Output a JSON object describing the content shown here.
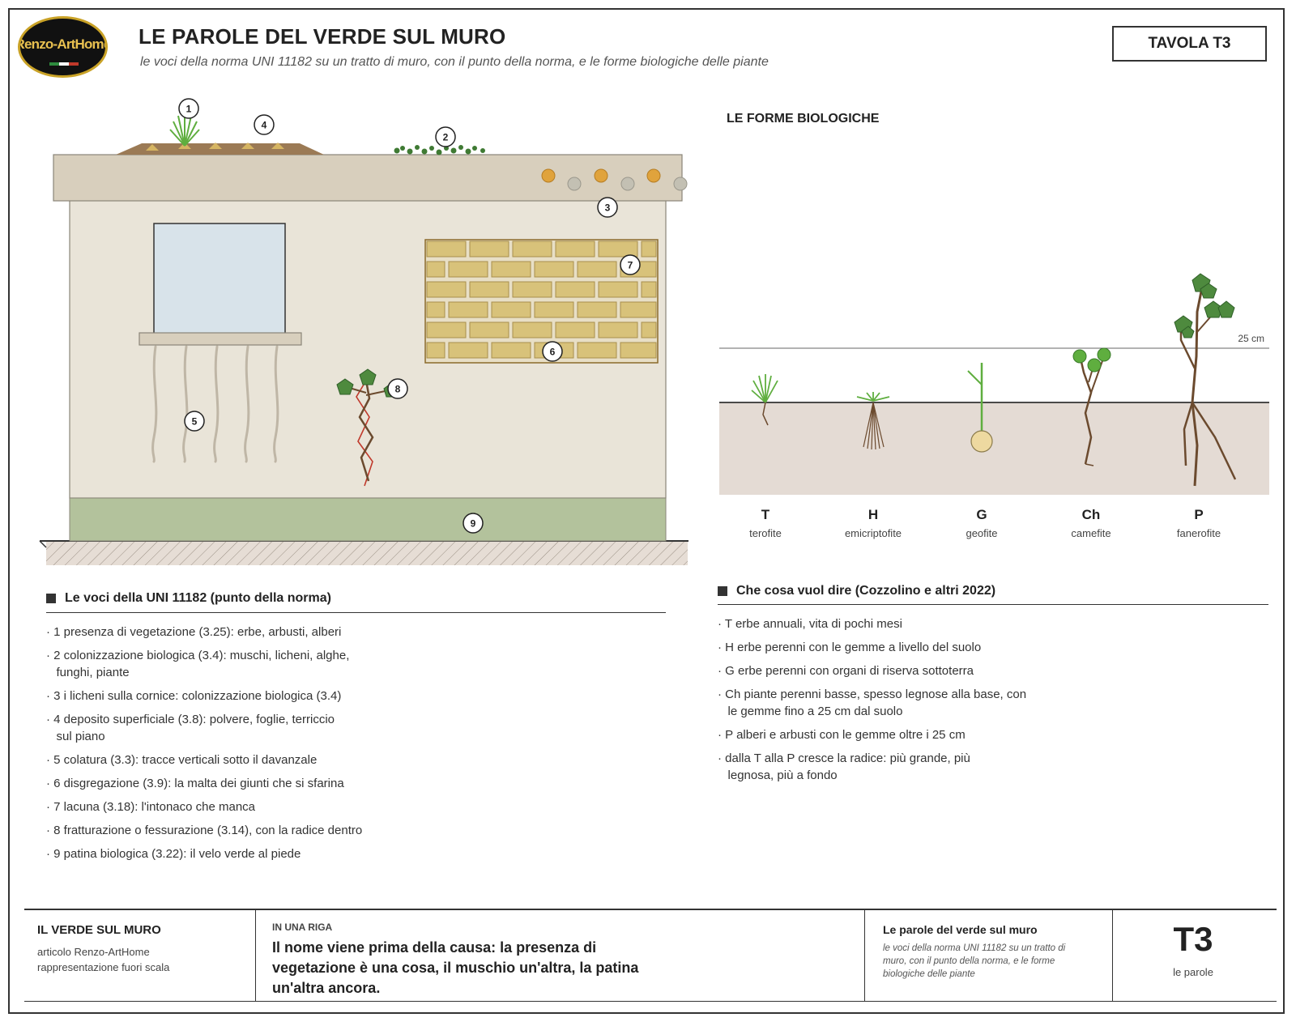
{
  "header": {
    "logo_text": "Renzo-ArtHome",
    "title": "LE PAROLE DEL VERDE SUL MURO",
    "subtitle": "le voci della norma UNI 11182 su un tratto di muro, con il punto della norma, e le forme biologiche delle piante",
    "tavola": "TAVOLA T3"
  },
  "wall": {
    "markers": [
      "1",
      "2",
      "3",
      "4",
      "5",
      "6",
      "7",
      "8",
      "9"
    ]
  },
  "bio": {
    "title": "LE FORME BIOLOGICHE",
    "height_label": "25 cm",
    "forms": [
      {
        "code": "T",
        "name": "terofite"
      },
      {
        "code": "H",
        "name": "emicriptofite"
      },
      {
        "code": "G",
        "name": "geofite"
      },
      {
        "code": "Ch",
        "name": "camefite"
      },
      {
        "code": "P",
        "name": "fanerofite"
      }
    ]
  },
  "voci": {
    "title": "Le voci della UNI 11182 (punto della norma)",
    "items": [
      "· 1 presenza di vegetazione (3.25): erbe, arbusti, alberi",
      "· 2 colonizzazione biologica (3.4): muschi, licheni, alghe,\n   funghi, piante",
      "· 3 i licheni sulla cornice: colonizzazione biologica (3.4)",
      "· 4 deposito superficiale (3.8): polvere, foglie, terriccio\n   sul piano",
      "· 5 colatura (3.3): tracce verticali sotto il davanzale",
      "· 6 disgregazione (3.9): la malta dei giunti che si sfarina",
      "· 7 lacuna (3.18): l'intonaco che manca",
      "· 8 fratturazione o fessurazione (3.14), con la radice dentro",
      "· 9 patina biologica (3.22): il velo verde al piede"
    ]
  },
  "meaning": {
    "title": "Che cosa vuol dire (Cozzolino e altri 2022)",
    "items": [
      "· T erbe annuali, vita di pochi mesi",
      "· H erbe perenni con le gemme a livello del suolo",
      "· G erbe perenni con organi di riserva sottoterra",
      "· Ch piante perenni basse, spesso legnose alla base, con\n   le gemme fino a 25 cm dal suolo",
      "· P alberi e arbusti con le gemme oltre i 25 cm",
      "· dalla T alla P cresce la radice: più grande, più\n   legnosa, più a fondo"
    ]
  },
  "footer": {
    "left_title": "IL VERDE SUL MURO",
    "left_line1": "articolo Renzo-ArtHome",
    "left_line2": "rappresentazione fuori scala",
    "riga_label": "IN UNA RIGA",
    "riga_text": "Il nome viene prima della causa: la presenza di vegetazione è una cosa, il muschio un'altra, la patina un'altra ancora.",
    "right_title": "Le parole del verde sul muro",
    "right_sub": "le voci della norma UNI 11182 su un tratto di muro, con il punto della norma, e le forme biologiche delle piante",
    "big_code": "T3",
    "big_label": "le parole"
  },
  "colors": {
    "wall": "#e9e4d8",
    "cornice": "#d8cfbd",
    "window": "#d8e3ea",
    "brick": "#d8c27a",
    "mortar": "#e8dfc6",
    "patina": "#b3c29c",
    "soil": "#e4dbd4",
    "leaf": "#4e8a3e",
    "root": "#6b4a2e",
    "crack": "#c0392b"
  }
}
